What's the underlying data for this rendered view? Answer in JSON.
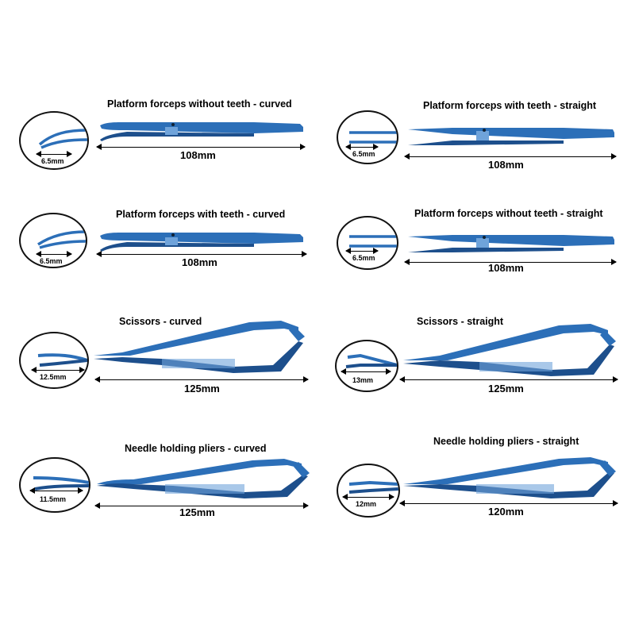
{
  "colors": {
    "instrument": "#2c6fb8",
    "instrument_dark": "#1d4f8c",
    "instrument_light": "#6fa3da"
  },
  "items": [
    {
      "title": "Platform forceps without teeth - curved",
      "zoom_label": "6.5mm",
      "length_label": "108mm",
      "icon": "curved-forceps-icon"
    },
    {
      "title": "Platform forceps with teeth - straight",
      "zoom_label": "6.5mm",
      "length_label": "108mm",
      "icon": "straight-forceps-icon"
    },
    {
      "title": "Platform forceps with teeth - curved",
      "zoom_label": "6.5mm",
      "length_label": "108mm",
      "icon": "curved-forceps-icon"
    },
    {
      "title": "Platform forceps without teeth - straight",
      "zoom_label": "6.5mm",
      "length_label": "108mm",
      "icon": "straight-forceps-icon"
    },
    {
      "title": "Scissors - curved",
      "zoom_label": "12.5mm",
      "length_label": "125mm",
      "icon": "curved-scissors-icon"
    },
    {
      "title": "Scissors - straight",
      "zoom_label": "13mm",
      "length_label": "125mm",
      "icon": "straight-scissors-icon"
    },
    {
      "title": "Needle holding pliers - curved",
      "zoom_label": "11.5mm",
      "length_label": "125mm",
      "icon": "curved-needle-holder-icon"
    },
    {
      "title": "Needle holding pliers - straight",
      "zoom_label": "12mm",
      "length_label": "120mm",
      "icon": "straight-needle-holder-icon"
    }
  ]
}
